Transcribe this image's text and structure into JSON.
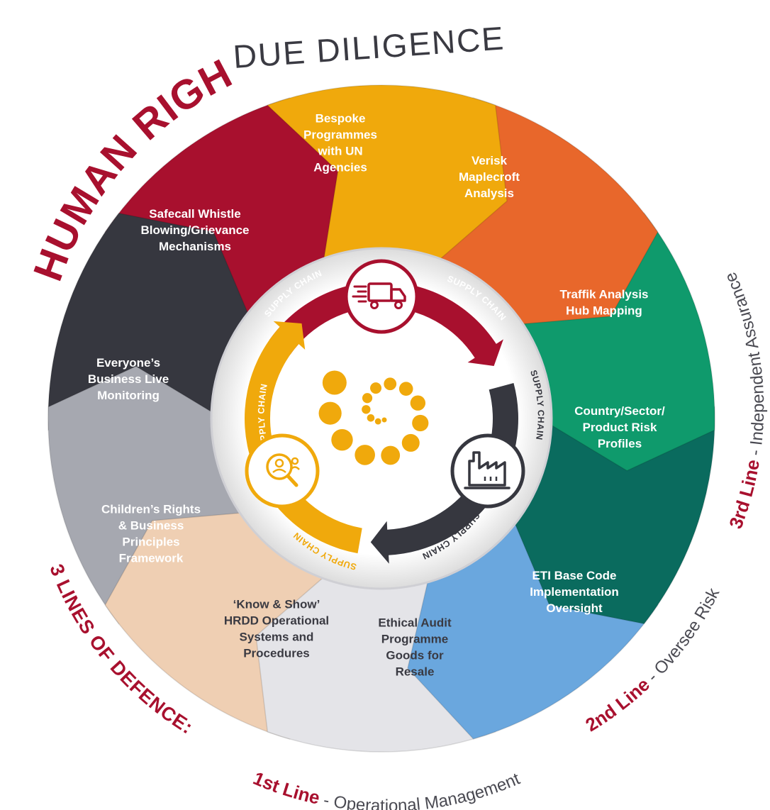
{
  "title": {
    "bold": "HUMAN RIGHTS",
    "light": "DUE DILIGENCE"
  },
  "defence_label": "3 LINES OF DEFENCE:",
  "lines": [
    {
      "bold": "1st Line",
      "light": " - Operational Management"
    },
    {
      "bold": "2nd Line",
      "light": " - Oversee Risk"
    },
    {
      "bold": "3rd Line",
      "light": " - Independent Assurance"
    }
  ],
  "segments": [
    {
      "lines": [
        "Bespoke",
        "Programmes",
        "with UN",
        "Agencies"
      ],
      "color": "#f0a90c"
    },
    {
      "lines": [
        "Verisk",
        "Maplecroft",
        "Analysis"
      ],
      "color": "#e8672b"
    },
    {
      "lines": [
        "Traffik Analysis",
        "Hub Mapping"
      ],
      "color": "#0f9a6c"
    },
    {
      "lines": [
        "Country/Sector/",
        "Product Risk",
        "Profiles"
      ],
      "color": "#0a6b5e"
    },
    {
      "lines": [
        "ETI Base Code",
        "Implementation",
        "Oversight"
      ],
      "color": "#6aa7de"
    },
    {
      "lines": [
        "Ethical Audit",
        "Programme",
        "Goods for",
        "Resale"
      ],
      "color": "#e4e4e8"
    },
    {
      "lines": [
        "‘Know & Show’",
        "HRDD Operational",
        "Systems and",
        "Procedures"
      ],
      "color": "#efcfb3"
    },
    {
      "lines": [
        "Children’s Rights",
        "& Business",
        "Principles",
        "Framework"
      ],
      "color": "#a6a8b0"
    },
    {
      "lines": [
        "Everyone’s",
        "Business Live",
        "Monitoring"
      ],
      "color": "#36373f"
    },
    {
      "lines": [
        "Safecall Whistle",
        "Blowing/Grievance",
        "Mechanisms"
      ],
      "color": "#a8102e"
    }
  ],
  "supply_chain_label": "SUPPLY CHAIN",
  "icons": [
    "delivery-truck-icon",
    "factory-icon",
    "people-search-icon",
    "spiral-dots-logo"
  ],
  "colors": {
    "brand_red": "#a8102e",
    "orange": "#f0a90c",
    "charcoal": "#36373f"
  }
}
